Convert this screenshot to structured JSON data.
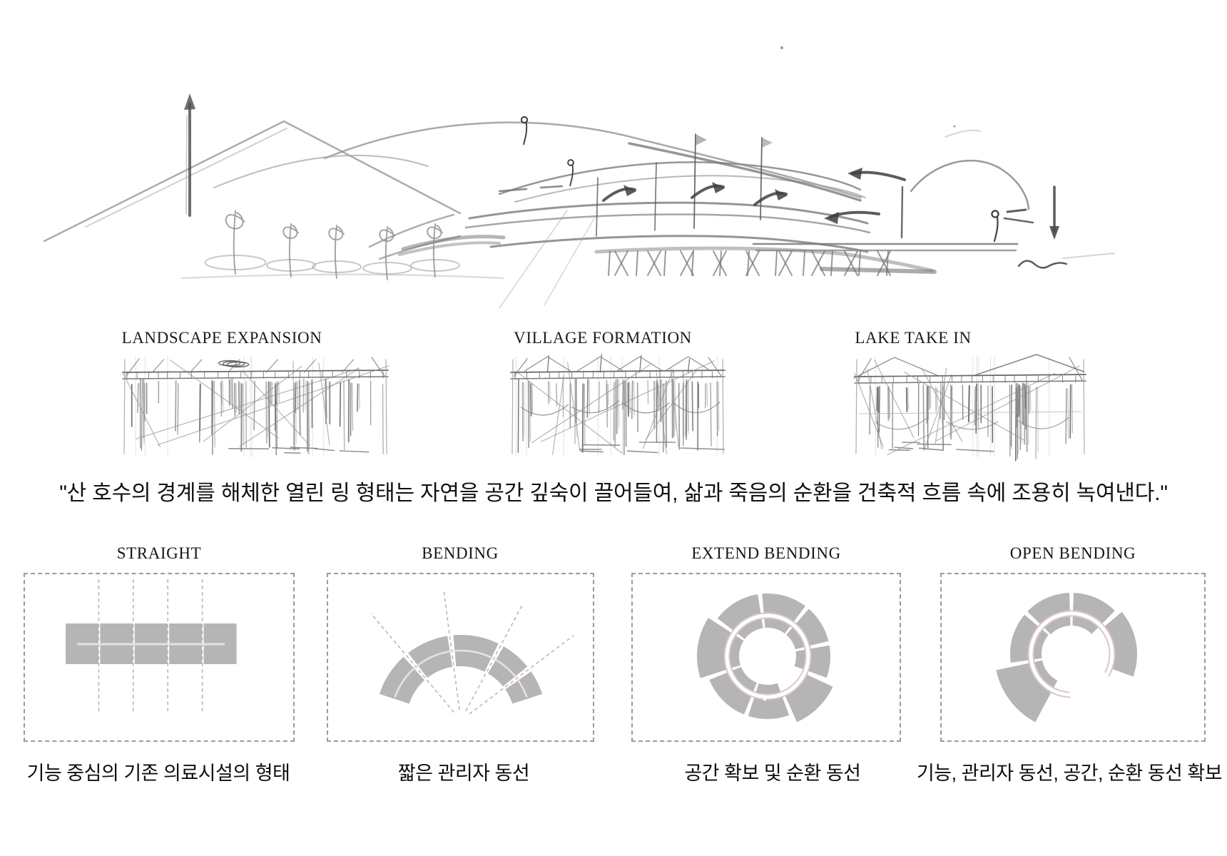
{
  "page": {
    "background": "#ffffff"
  },
  "hero_sketch": {
    "name": "hand-drawn pencil concept sketch: open ring building drawing mountain and lake into its flow"
  },
  "concepts": [
    {
      "label": "LANDSCAPE EXPANSION"
    },
    {
      "label": "VILLAGE FORMATION"
    },
    {
      "label": "LAKE TAKE IN"
    }
  ],
  "quote": "\"산 호수의 경계를 해체한 열린 링 형태는 자연을 공간 깊숙이 끌어들여, 삶과 죽음의 순환을 건축적 흐름 속에 조용히 녹여낸다.\"",
  "diagrams": [
    {
      "title": "STRAIGHT",
      "caption": "기능 중심의 기존 의료시설의 형태",
      "type": "straight"
    },
    {
      "title": "BENDING",
      "caption": "짧은 관리자 동선",
      "type": "bending"
    },
    {
      "title": "EXTEND BENDING",
      "caption": "공간 확보 및 순환 동선",
      "type": "extend-bending"
    },
    {
      "title": "OPEN BENDING",
      "caption": "기능, 관리자 동선, 공간, 순환 동선 확보",
      "type": "open-bending"
    }
  ],
  "colors": {
    "shape_gray": "#b5b5b5",
    "guide_pink": "#c6b3b3",
    "accent_line": "#ecdfdf",
    "ring_pink": "#d9c6c6",
    "border_dash": "#9b9b9b",
    "text": "#161616",
    "sketch_dark": "#3f3f3f",
    "sketch_mid": "#8a8a8a",
    "sketch_light": "#bcbcbc"
  }
}
